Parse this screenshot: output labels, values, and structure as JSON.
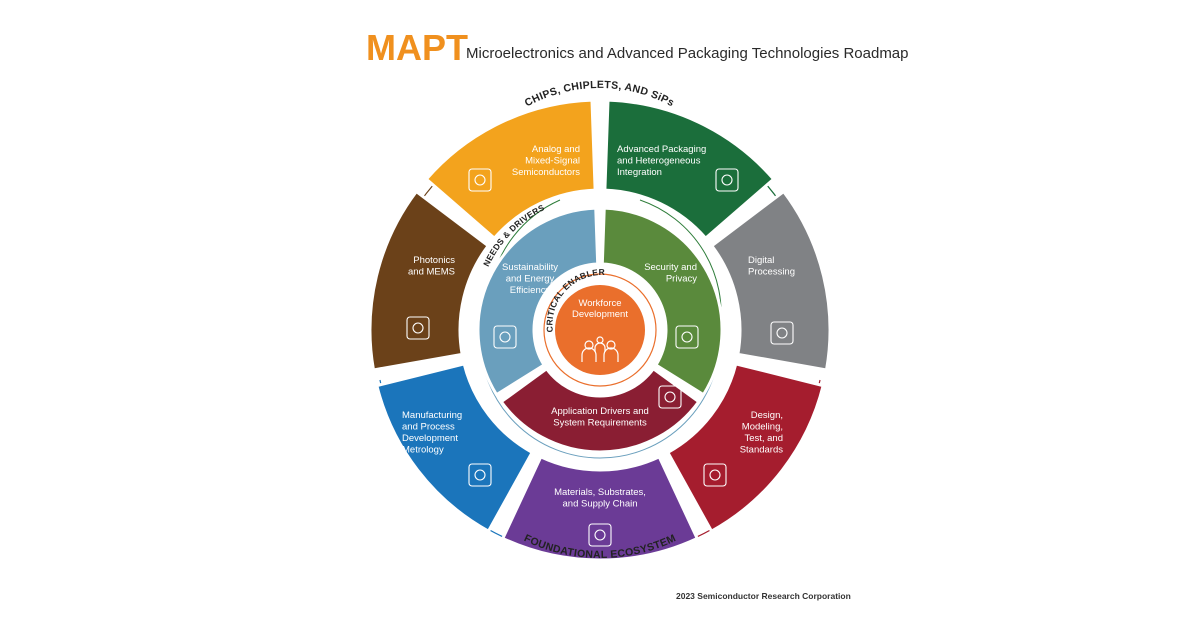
{
  "header": {
    "logo": "MAPT",
    "title": "Microelectronics and Advanced Packaging Technologies Roadmap"
  },
  "rings": {
    "outer_top": "CHIPS, CHIPLETS, AND SiPs",
    "outer_bottom": "FOUNDATIONAL ECOSYSTEM",
    "middle": "NEEDS & DRIVERS",
    "inner": "CRITICAL ENABLER"
  },
  "outer_segments": [
    {
      "id": "analog",
      "lines": [
        "Analog and",
        "Mixed-Signal",
        "Semiconductors"
      ],
      "color": "#f3a31d",
      "icon": "head-circuit-icon"
    },
    {
      "id": "packaging",
      "lines": [
        "Advanced Packaging",
        "and Heterogeneous",
        "Integration"
      ],
      "color": "#1b6e3b",
      "icon": "chip-icon"
    },
    {
      "id": "digital",
      "lines": [
        "Digital",
        "Processing"
      ],
      "color": "#808285",
      "icon": "binary-icon"
    },
    {
      "id": "design",
      "lines": [
        "Design,",
        "Modeling,",
        "Test, and",
        "Standards"
      ],
      "color": "#a51d2e",
      "icon": "design-gear-icon"
    },
    {
      "id": "materials",
      "lines": [
        "Materials, Substrates,",
        "and Supply Chain"
      ],
      "color": "#6b3b96",
      "icon": "lab-flask-icon"
    },
    {
      "id": "manufacturing",
      "lines": [
        "Manufacturing",
        "and Process",
        "Development",
        "Metrology"
      ],
      "color": "#1b75bb",
      "icon": "factory-ruler-icon"
    },
    {
      "id": "photonics",
      "lines": [
        "Photonics",
        "and MEMS"
      ],
      "color": "#6b4119",
      "icon": "photonics-icon"
    }
  ],
  "inner_segments": [
    {
      "id": "sustainability",
      "lines": [
        "Sustainability",
        "and Energy",
        "Efficiency"
      ],
      "color": "#6a9fbd",
      "icon": "building-cycle-icon"
    },
    {
      "id": "security",
      "lines": [
        "Security and",
        "Privacy"
      ],
      "color": "#5a8a3c",
      "icon": "lock-icon"
    },
    {
      "id": "application",
      "lines": [
        "Application Drivers and",
        "System Requirements"
      ],
      "color": "#8a1e33",
      "icon": "laptop-gear-icon"
    }
  ],
  "center": {
    "lines": [
      "Workforce",
      "Development"
    ],
    "color": "#ea6f2c",
    "icon": "people-icon"
  },
  "colors": {
    "ring_line": "#555555"
  },
  "footer": {
    "copyright": "2023 Semiconductor Research Corporation"
  }
}
